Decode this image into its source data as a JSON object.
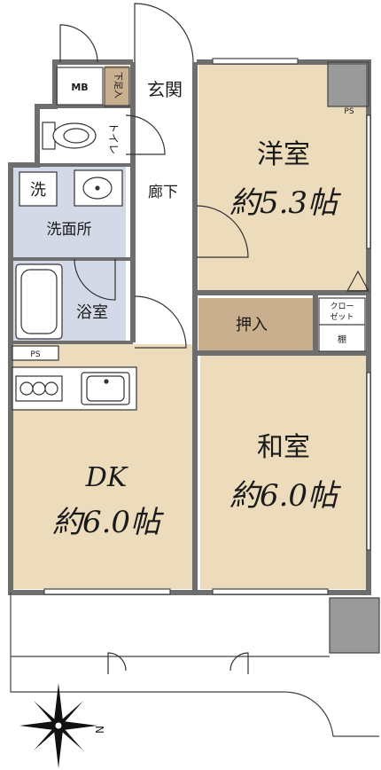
{
  "rooms": {
    "western": {
      "name": "洋室",
      "size": "約5.3帖"
    },
    "japanese": {
      "name": "和室",
      "size": "約6.0帖"
    },
    "dk": {
      "name": "DK",
      "size": "約6.0帖"
    },
    "entrance": "玄関",
    "corridor": "廊下",
    "toilet": "トイレ",
    "washroom": "洗面所",
    "bathroom": "浴室",
    "closet": "押入",
    "walk_closet": [
      "クロー",
      "ゼット"
    ],
    "shoe_box": "下足入",
    "mb": "MB",
    "ps_1": "PS",
    "ps_2": "PS",
    "washer": "洗",
    "shelf": "棚"
  },
  "compass": {
    "north_label": "N"
  },
  "colors": {
    "room_beige": "#ecdcbc",
    "wet_area": "#d4d9e8",
    "closet_tan": "#c9af8e",
    "wall_gray": "#6e6e6e",
    "column_gray": "#9a9a9a"
  }
}
